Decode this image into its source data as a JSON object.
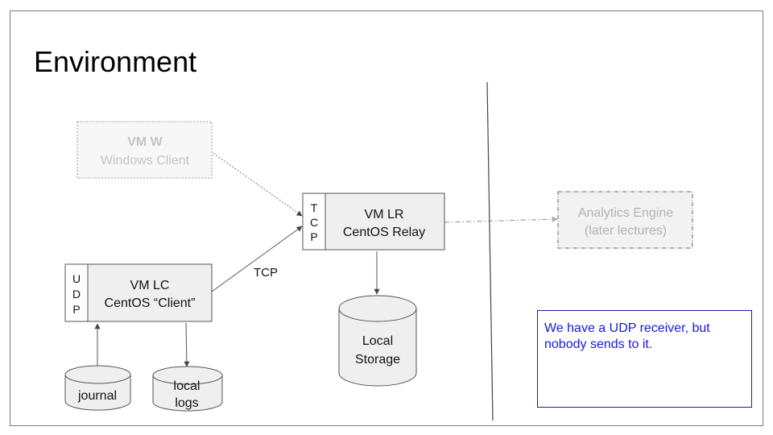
{
  "slide": {
    "title": "Environment"
  },
  "diagram": {
    "vm_w": {
      "name": "VM W",
      "role": "Windows Client"
    },
    "vm_lr": {
      "name": "VM LR",
      "role": "CentOS Relay",
      "port": [
        "T",
        "C",
        "P"
      ]
    },
    "vm_lc": {
      "name": "VM LC",
      "role": "CentOS “Client”",
      "port": [
        "U",
        "D",
        "P"
      ]
    },
    "analytics": {
      "line1": "Analytics Engine",
      "line2": "(later lectures)"
    },
    "storage": {
      "line1": "Local",
      "line2": "Storage"
    },
    "journal": {
      "label": "journal"
    },
    "local_logs": {
      "line1": "local",
      "line2": "logs"
    },
    "edge_label": "TCP"
  },
  "note": {
    "text": "We have a UDP receiver, but nobody sends to it."
  },
  "colors": {
    "box_fill": "#efefef",
    "faded_text": "#c4c4c4",
    "analytics_text": "#b3b3b3",
    "note_border": "#1a1aa6",
    "note_text": "#1a1acc"
  }
}
